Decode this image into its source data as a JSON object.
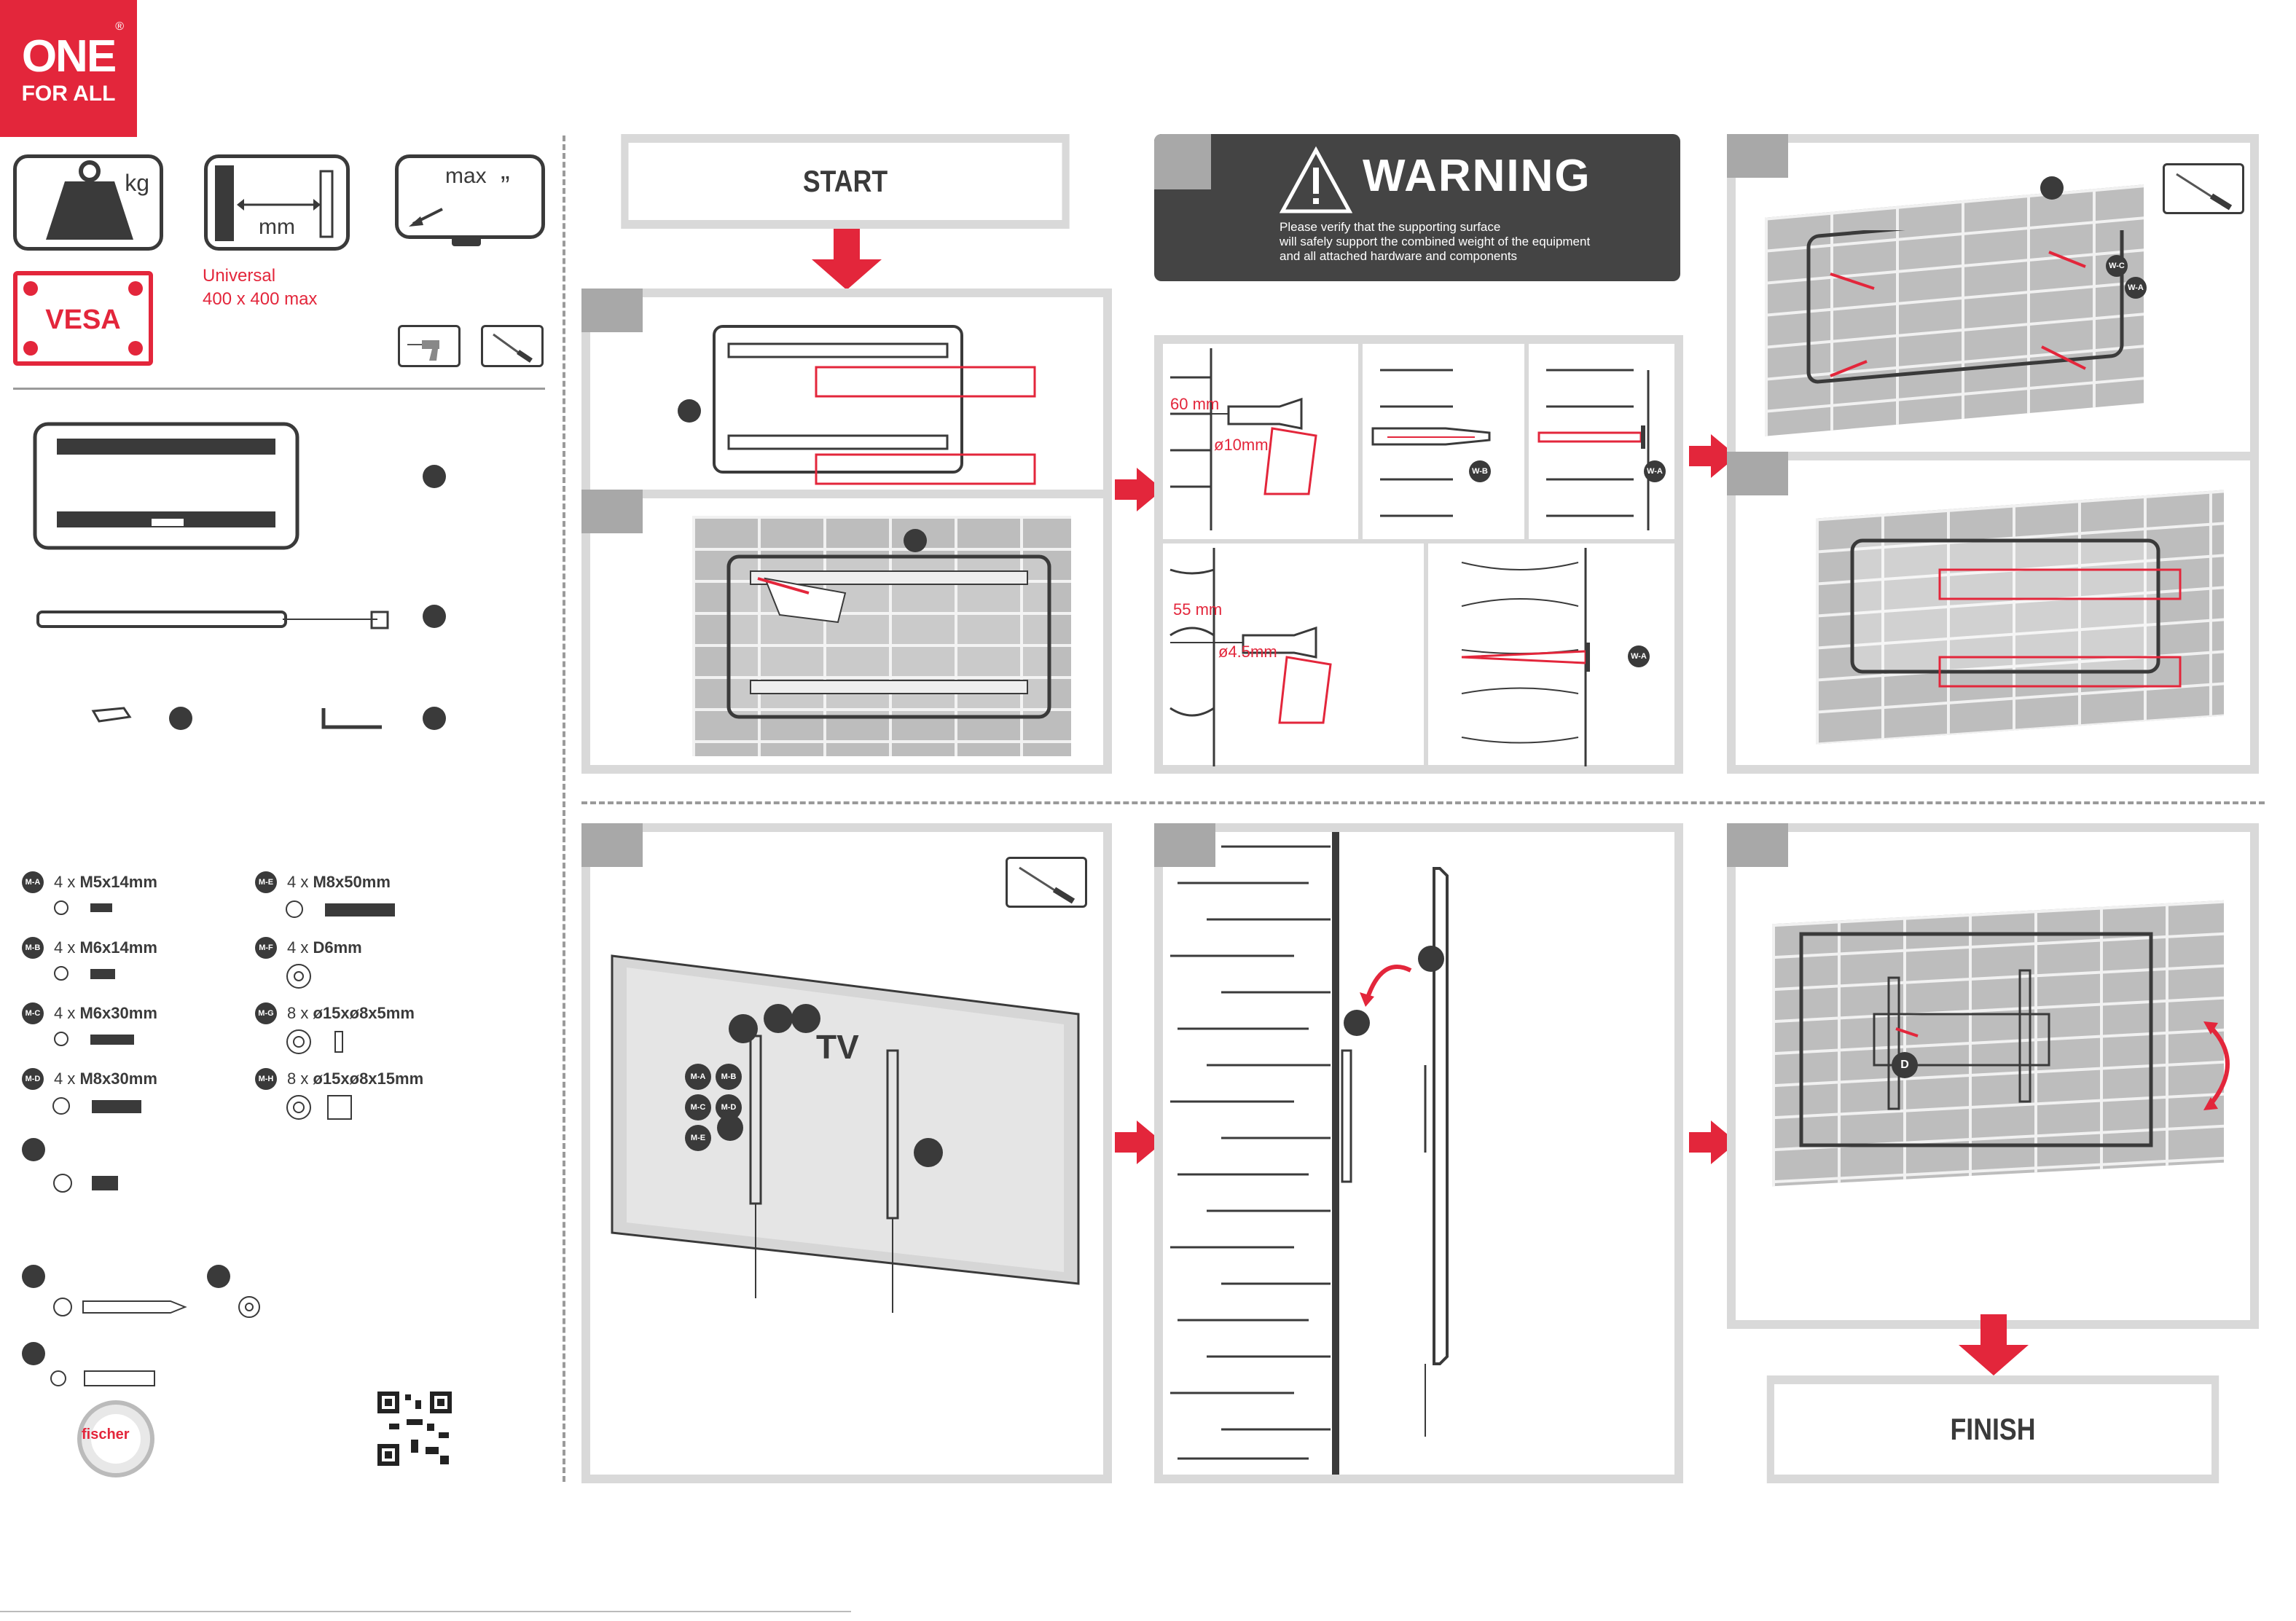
{
  "brand": {
    "logo_line1": "ONE",
    "logo_line2": "FOR ALL",
    "reg": "®"
  },
  "specs": {
    "weight_unit": "kg",
    "depth_unit": "mm",
    "size_label": "max",
    "size_unit": "”",
    "vesa_label": "VESA",
    "universal": "Universal",
    "vesa_max": "400 x 400 max"
  },
  "screws": [
    {
      "code": "M-A",
      "qty": "4 x",
      "size": "M5x14mm"
    },
    {
      "code": "M-B",
      "qty": "4 x",
      "size": "M6x14mm"
    },
    {
      "code": "M-C",
      "qty": "4 x",
      "size": "M6x30mm"
    },
    {
      "code": "M-D",
      "qty": "4 x",
      "size": "M8x30mm"
    },
    {
      "code": "M-E",
      "qty": "4 x",
      "size": "M8x50mm"
    },
    {
      "code": "M-F",
      "qty": "4 x",
      "size": "D6mm"
    },
    {
      "code": "M-G",
      "qty": "8 x",
      "size": "ø15xø8x5mm"
    },
    {
      "code": "M-H",
      "qty": "8 x",
      "size": "ø15xø8x15mm"
    }
  ],
  "fischer": "fischer",
  "banners": {
    "start": "START",
    "finish": "FINISH"
  },
  "warning": {
    "title": "WARNING",
    "line1": "Please verify that the supporting surface",
    "line2": "will safely support the combined weight of the equipment",
    "line3": "and all attached hardware and components"
  },
  "drill": {
    "brick_depth": "60 mm",
    "brick_dia": "ø10mm",
    "wood_depth": "55 mm",
    "wood_dia": "ø4.5mm"
  },
  "labels": {
    "wb": "W-B",
    "wa": "W-A",
    "wc": "W-C",
    "tv": "TV",
    "d": "D",
    "ma": "M-A",
    "mb": "M-B",
    "mc": "M-C",
    "md": "M-D",
    "me": "M-E"
  },
  "colors": {
    "accent": "#e3263b",
    "dark": "#3a3a3a",
    "panel_border": "#d9d9d9"
  }
}
